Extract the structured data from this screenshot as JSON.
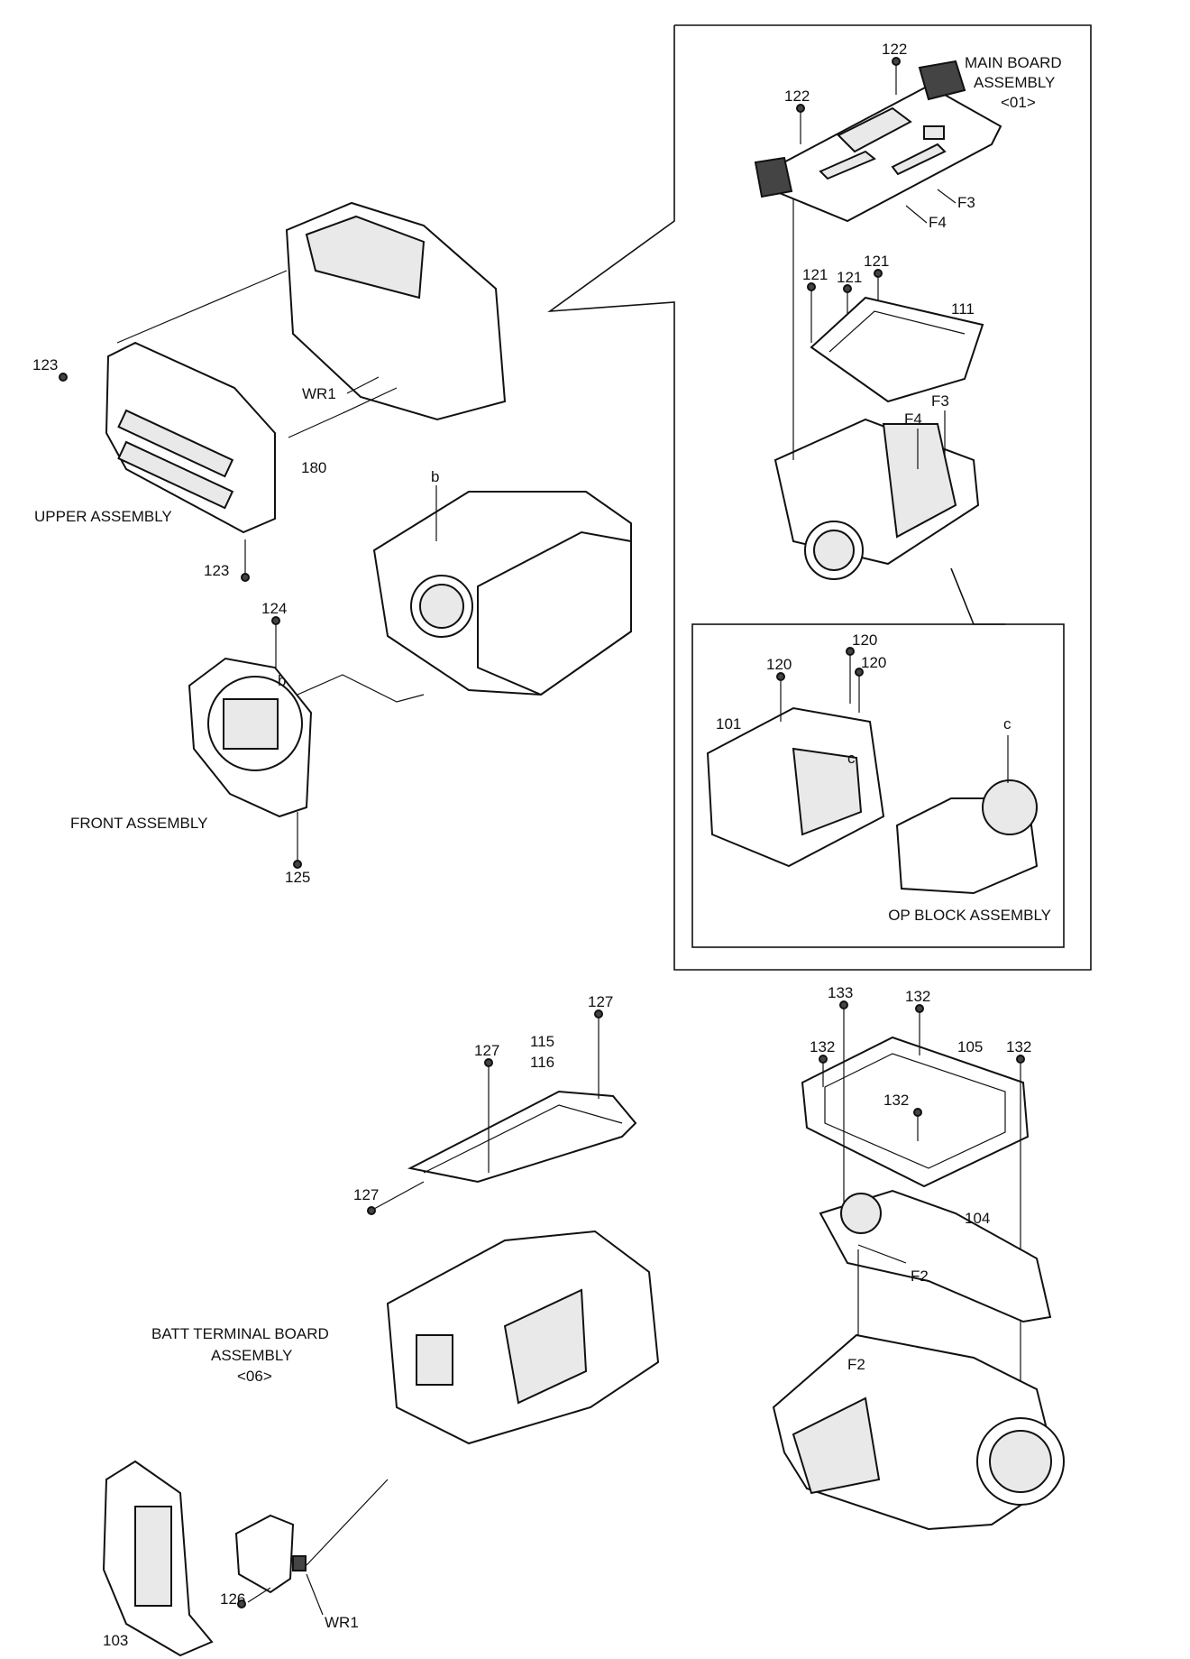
{
  "labels": {
    "main_board_1": "MAIN BOARD",
    "main_board_2": "ASSEMBLY",
    "main_board_3": "<01>",
    "upper_assembly": "UPPER ASSEMBLY",
    "front_assembly": "FRONT ASSEMBLY",
    "op_block_assembly": "OP BLOCK ASSEMBLY",
    "batt_1": "BATT  TERMINAL BOARD",
    "batt_2": "ASSEMBLY",
    "batt_3": "<06>"
  },
  "callouts": {
    "c122a": "122",
    "c122b": "122",
    "c121a": "121",
    "c121b": "121",
    "c121c": "121",
    "c111": "111",
    "cF3a": "F3",
    "cF4a": "F4",
    "cF3b": "F3",
    "cF4b": "F4",
    "c120a": "120",
    "c120b": "120",
    "c120c": "120",
    "c101": "101",
    "cc1": "c",
    "cc2": "c",
    "c123a": "123",
    "c123b": "123",
    "cWR1a": "WR1",
    "cWR1b": "WR1",
    "c180": "180",
    "cb1": "b",
    "cb2": "b",
    "c124": "124",
    "c125": "125",
    "c127a": "127",
    "c127b": "127",
    "c127c": "127",
    "c115": "115",
    "c116": "116",
    "c133": "133",
    "c132a": "132",
    "c132b": "132",
    "c132c": "132",
    "c132d": "132",
    "c105": "105",
    "c104": "104",
    "cF2a": "F2",
    "cF2b": "F2",
    "c126": "126",
    "c103": "103"
  }
}
